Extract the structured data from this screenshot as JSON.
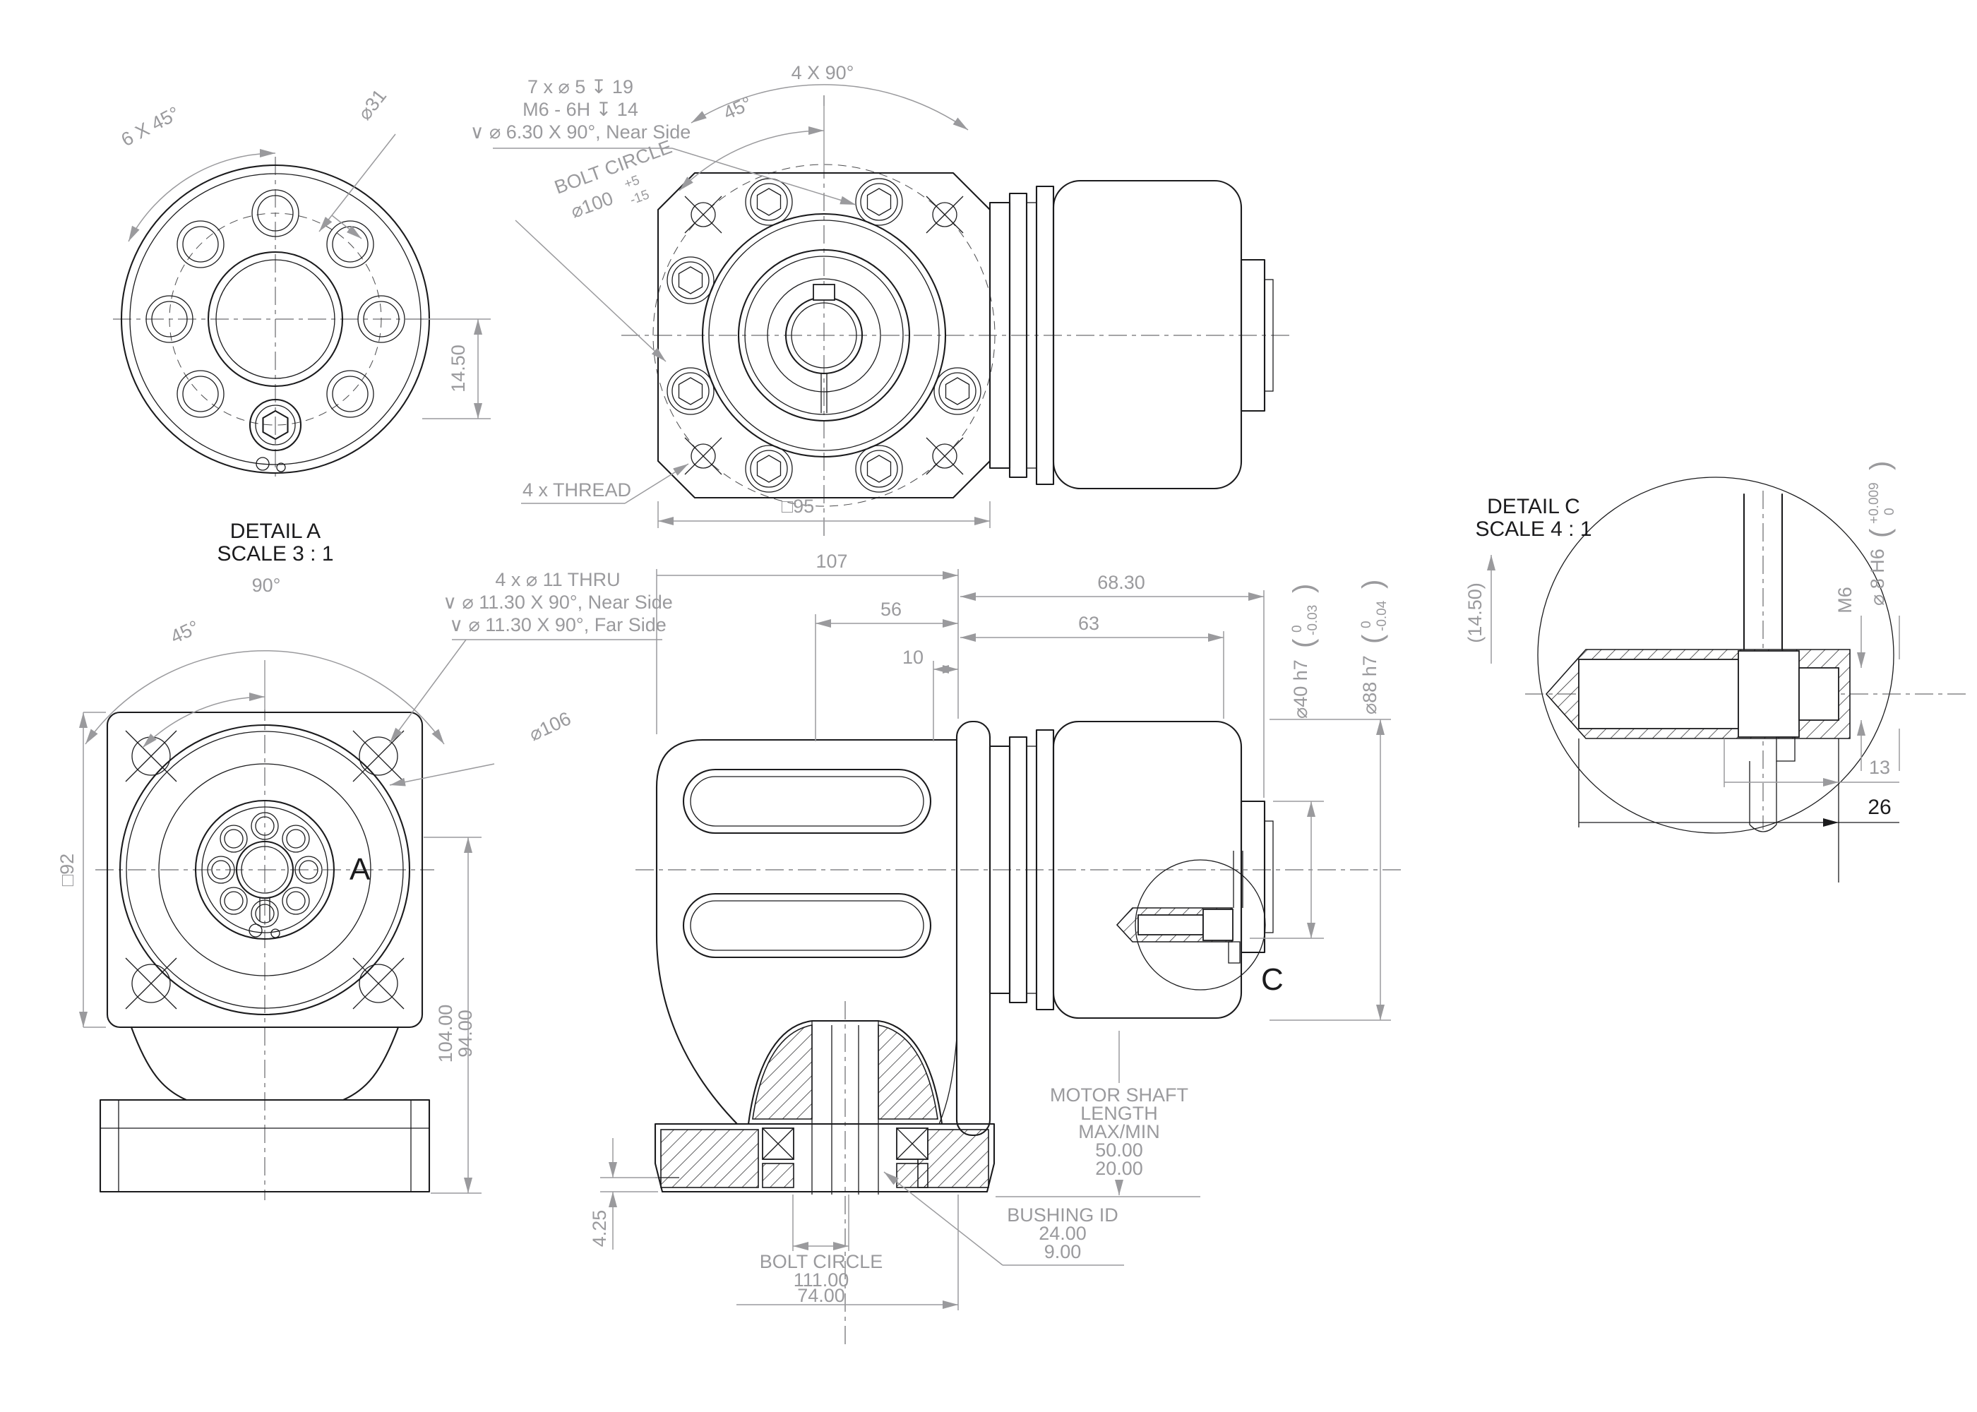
{
  "sheet": {
    "background": "#ffffff",
    "line_color": "#1b1b1d",
    "dim_color": "#9a9a9d",
    "symbols": {
      "paren_open": "(",
      "paren_close": ")"
    }
  },
  "detail_a": {
    "title": "DETAIL A",
    "scale": "SCALE 3 : 1",
    "chamfer_dim": "6 X 45°",
    "hole_dia_dim": "⌀31",
    "vert_dim": "14.50"
  },
  "front_view": {
    "callout_line1": "7 x ⌀ 5 ↧ 19",
    "callout_line2": "M6 - 6H ↧ 14",
    "callout_line3": "∨ ⌀ 6.30 X 90°, Near Side",
    "bolt_circle_label": "BOLT CIRCLE",
    "bolt_circle_dia": "⌀100",
    "bolt_circle_tol_upper": "+5",
    "bolt_circle_tol_lower": "-15",
    "angle_dim_outer": "4 X 90°",
    "angle_dim_inner": "45°",
    "thread_note": "4 x THREAD",
    "width_dim": "□95"
  },
  "left_view": {
    "angle_dim_outer": "90°",
    "angle_dim_inner": "45°",
    "callout_line1": "4 x ⌀ 11 THRU",
    "callout_line2": "∨ ⌀ 11.30 X 90°, Near Side",
    "callout_line3": "∨ ⌀ 11.30 X 90°, Far Side",
    "dia_dim": "⌀106",
    "height_dim": "□92",
    "detail_label": "A",
    "height_max": "104.00",
    "height_min": "94.00"
  },
  "side_view": {
    "dim_107": "107",
    "dim_56": "56",
    "dim_10": "10",
    "dim_68_30": "68.30",
    "dim_63": "63",
    "dia40_label": "⌀40 h7",
    "dia40_tol_upper": "0",
    "dia40_tol_lower": "-0.03",
    "dia88_label": "⌀88 h7",
    "dia88_tol_upper": "0",
    "dia88_tol_lower": "-0.04",
    "detail_label": "C",
    "motor_shaft_note_l1": "MOTOR SHAFT",
    "motor_shaft_note_l2": "LENGTH",
    "motor_shaft_note_l3": "MAX/MIN",
    "motor_shaft_note_l4": "50.00",
    "motor_shaft_note_l5": "20.00",
    "bushing_note_l1": "BUSHING ID",
    "bushing_note_l2": "24.00",
    "bushing_note_l3": "9.00",
    "bolt_circle_note_l1": "BOLT CIRCLE",
    "bolt_circle_note_l2": "111.00",
    "bolt_circle_note_l3": "74.00",
    "dim_4_25": "4.25"
  },
  "detail_c": {
    "title": "DETAIL C",
    "scale": "SCALE 4 : 1",
    "ref_dim": "(14.50)",
    "thread_dim": "M6",
    "bore_label": "⌀ 8 H6",
    "bore_tol_upper": "+0.009",
    "bore_tol_lower": "0",
    "dim_13": "13",
    "dim_26": "26"
  }
}
